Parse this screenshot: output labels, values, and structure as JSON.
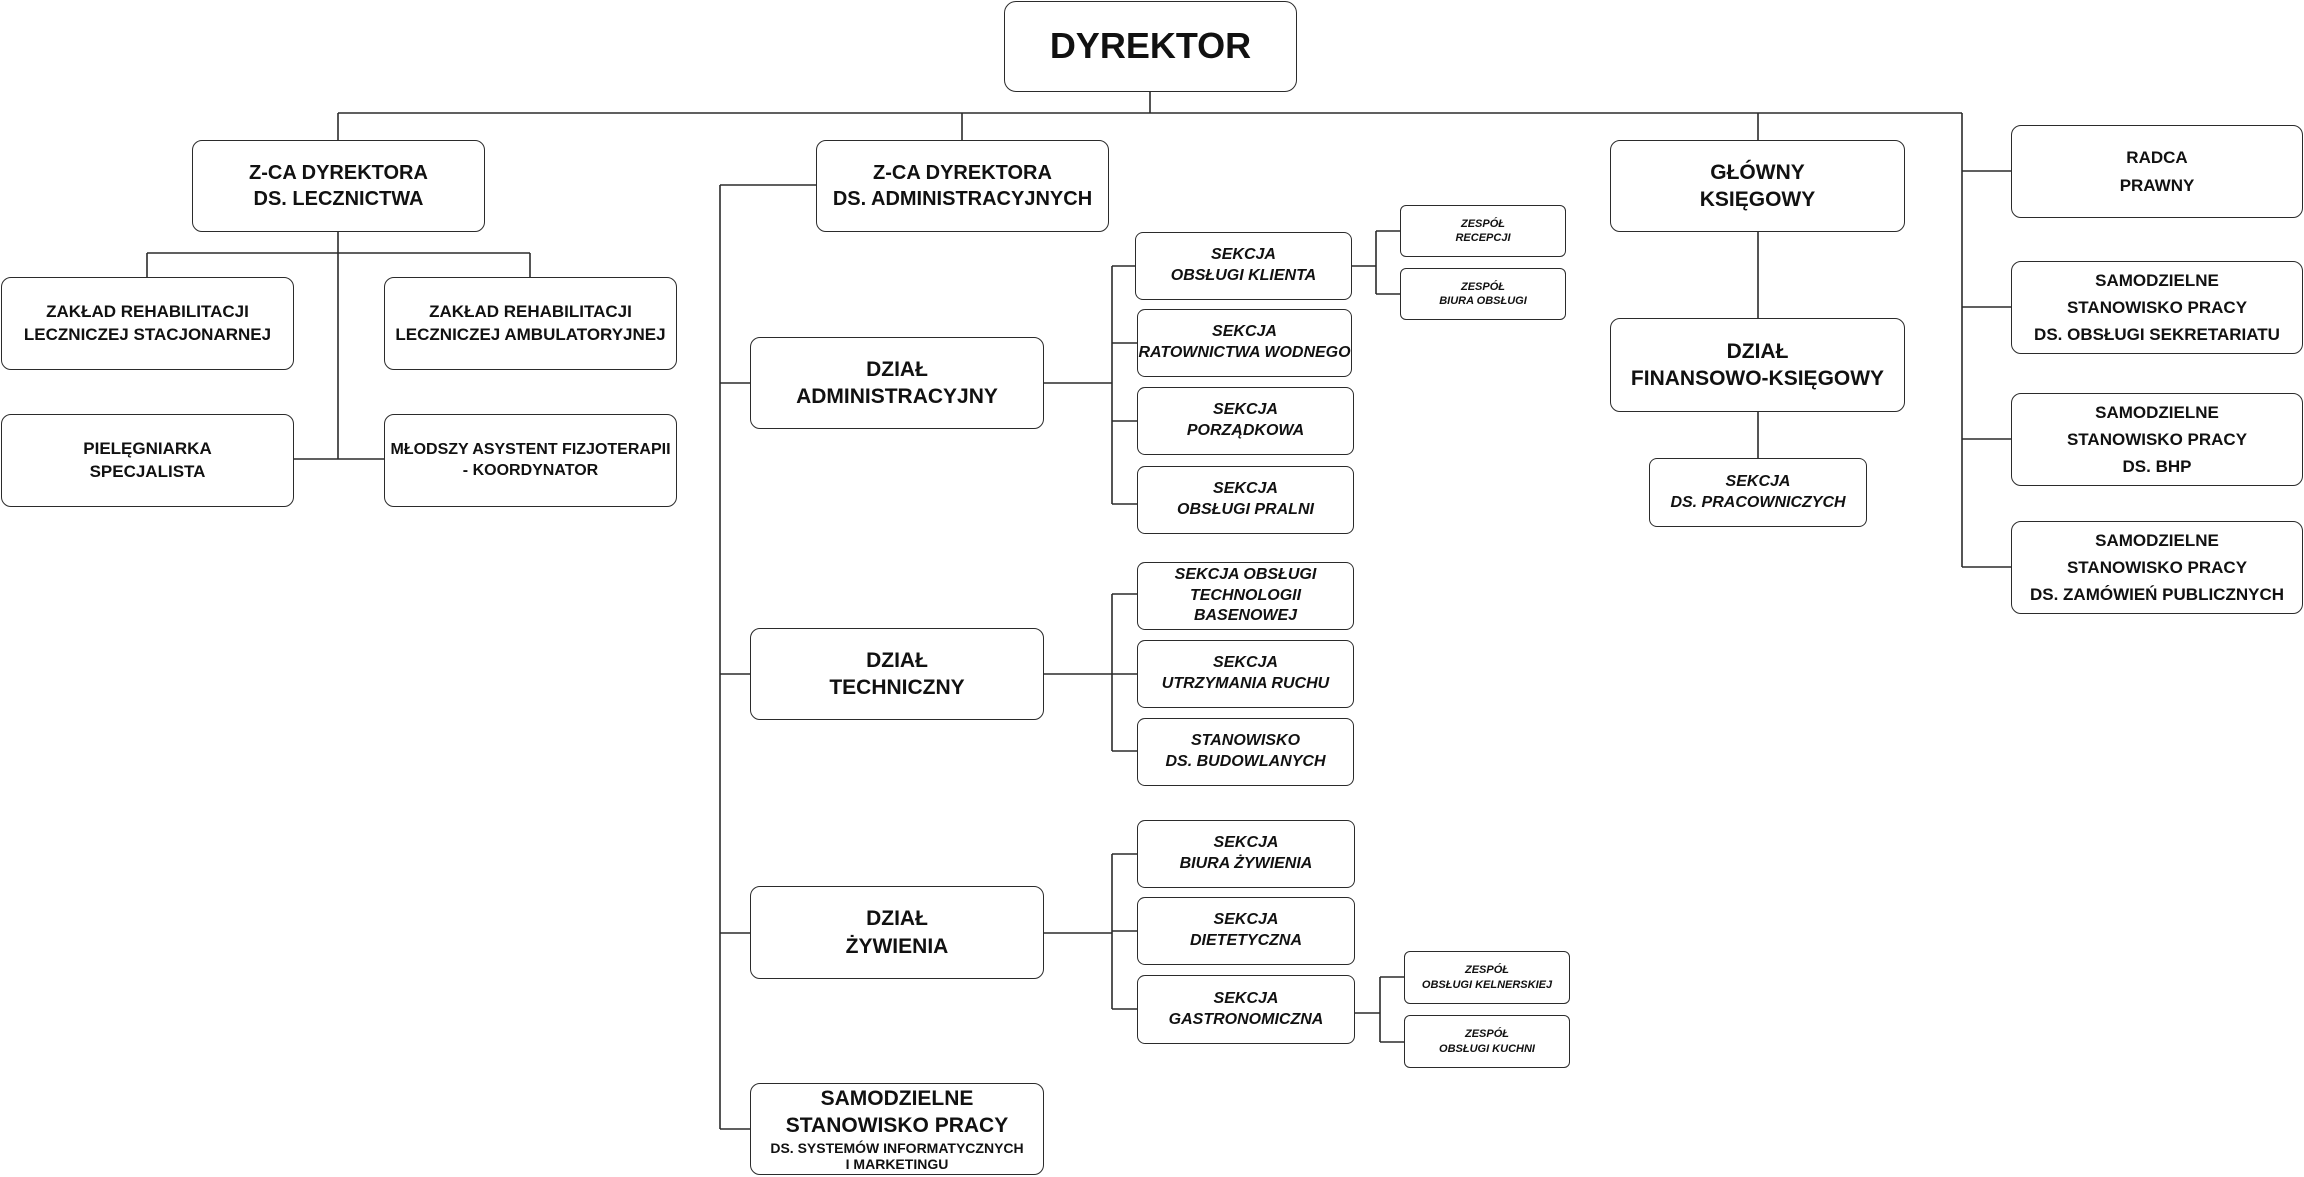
{
  "director": [
    "DYREKTOR"
  ],
  "deputy_medical": {
    "title": [
      "Z-CA DYREKTORA",
      "DS. LECZNICTWA"
    ],
    "units": [
      [
        "ZAKŁAD REHABILITACJI",
        "LECZNICZEJ STACJONARNEJ"
      ],
      [
        "ZAKŁAD REHABILITACJI",
        "LECZNICZEJ AMBULATORYJNEJ"
      ],
      [
        "PIELĘGNIARKA",
        "SPECJALISTA"
      ],
      [
        "MŁODSZY ASYSTENT FIZJOTERAPII",
        "- KOORDYNATOR"
      ]
    ]
  },
  "deputy_admin": {
    "title": [
      "Z-CA DYREKTORA",
      "DS. ADMINISTRACYJNYCH"
    ],
    "dept_admin": {
      "title": [
        "DZIAŁ",
        "ADMINISTRACYJNY"
      ],
      "sections": [
        [
          "SEKCJA",
          "OBSŁUGI KLIENTA"
        ],
        [
          "SEKCJA",
          "RATOWNICTWA WODNEGO"
        ],
        [
          "SEKCJA",
          "PORZĄDKOWA"
        ],
        [
          "SEKCJA",
          "OBSŁUGI PRALNI"
        ]
      ],
      "teams": [
        [
          "ZESPÓŁ",
          "RECEPCJI"
        ],
        [
          "ZESPÓŁ",
          "BIURA OBSŁUGI"
        ]
      ]
    },
    "dept_tech": {
      "title": [
        "DZIAŁ",
        "TECHNICZNY"
      ],
      "sections": [
        [
          "SEKCJA OBSŁUGI",
          "TECHNOLOGII BASENOWEJ"
        ],
        [
          "SEKCJA",
          "UTRZYMANIA RUCHU"
        ],
        [
          "STANOWISKO",
          "DS. BUDOWLANYCH"
        ]
      ]
    },
    "dept_food": {
      "title": [
        "DZIAŁ",
        "ŻYWIENIA"
      ],
      "sections": [
        [
          "SEKCJA",
          "BIURA ŻYWIENIA"
        ],
        [
          "SEKCJA",
          "DIETETYCZNA"
        ],
        [
          "SEKCJA",
          "GASTRONOMICZNA"
        ]
      ],
      "teams": [
        [
          "ZESPÓŁ",
          "OBSŁUGI KELNERSKIEJ"
        ],
        [
          "ZESPÓŁ",
          "OBSŁUGI KUCHNI"
        ]
      ]
    },
    "it_post": [
      "SAMODZIELNE",
      "STANOWISKO PRACY",
      "DS. SYSTEMÓW INFORMATYCZNYCH",
      "I MARKETINGU"
    ]
  },
  "chief_accountant": {
    "title": [
      "GŁÓWNY",
      "KSIĘGOWY"
    ],
    "dept": [
      "DZIAŁ",
      "FINANSOWO-KSIĘGOWY"
    ],
    "section": [
      "SEKCJA",
      "DS. PRACOWNICZYCH"
    ]
  },
  "independent": [
    [
      "RADCA",
      "PRAWNY"
    ],
    [
      "SAMODZIELNE",
      "STANOWISKO PRACY",
      "DS. OBSŁUGI SEKRETARIATU"
    ],
    [
      "SAMODZIELNE",
      "STANOWISKO PRACY",
      "DS. BHP"
    ],
    [
      "SAMODZIELNE",
      "STANOWISKO PRACY",
      "DS. ZAMÓWIEŃ PUBLICZNYCH"
    ]
  ]
}
